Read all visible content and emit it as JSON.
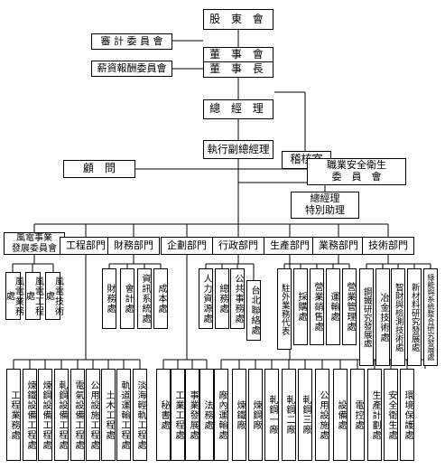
{
  "top": {
    "shareholders": "股 東 會",
    "board": "董 事 會",
    "chairman": "董 事 長",
    "audit_committee": "審 計 委 員 會",
    "compensation_committee": "薪資報酬委員會",
    "gm": "總 經 理",
    "audit_office": "稽核室",
    "exec_vp": "執行副總經理",
    "advisor": "顧　問",
    "safety_committee": "職業安全衛生\n委　員　會",
    "special_assistant": "總經理\n特別助理"
  },
  "departments": {
    "wind": {
      "label": "風電事業\n發展委員會",
      "units": [
        "風電業務處",
        "風電工程處",
        "風電技術處"
      ]
    },
    "engineering": {
      "label": "工程部門",
      "units": [
        "工程業務處",
        "煉鐵設備工程處",
        "煉鋼設備工程處",
        "軋鋼設備工程處",
        "電氣設備工程處",
        "公用設施工程處",
        "土木工程處",
        "軌道運輸工程處",
        "淡海輕軌工程處"
      ]
    },
    "finance": {
      "label": "財務部門",
      "units": [
        "財務處",
        "會計處",
        "資訊系統處",
        "成本處"
      ]
    },
    "planning": {
      "label": "企劃部門",
      "units": [
        "秘書處",
        "工業工程處",
        "事業發展處",
        "法務處"
      ]
    },
    "admin": {
      "label": "行政部門",
      "units": [
        "人力資源處",
        "總務處",
        "公共事務處",
        "台北聯絡處"
      ]
    },
    "production": {
      "label": "生產部門",
      "units": [
        "廠內運輸處",
        "煉鐵廠",
        "煉鋼廠",
        "軋鋼一廠",
        "軋鋼二廠",
        "軋鋼三廠",
        "公用設施處",
        "設備處",
        "電控處",
        "生產計劃處",
        "安全衛生處",
        "環境保護處"
      ]
    },
    "business": {
      "label": "業務部門",
      "units": [
        "駐外業務代表",
        "採購處",
        "營業銷售處",
        "運輸處",
        "營業管理處"
      ]
    },
    "technology": {
      "label": "技術部門",
      "units": [
        "鋼鐵研究發展處",
        "冶金技術處",
        "智財與檢測技術處",
        "新材料研究發展處",
        "綠能與系統整合研究發展處"
      ]
    }
  }
}
